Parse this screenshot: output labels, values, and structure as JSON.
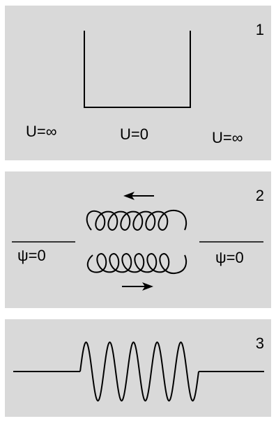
{
  "panels": [
    {
      "number": "1",
      "labels": {
        "left": "U=∞",
        "center": "U=0",
        "right": "U=∞"
      }
    },
    {
      "number": "2",
      "labels": {
        "left": "ψ=0",
        "right": "ψ=0"
      }
    },
    {
      "number": "3"
    }
  ],
  "colors": {
    "background": "#ffffff",
    "panel": "#d9d9d9",
    "stroke": "#000000"
  },
  "icons": [
    "arrow-left-icon",
    "arrow-right-icon"
  ]
}
